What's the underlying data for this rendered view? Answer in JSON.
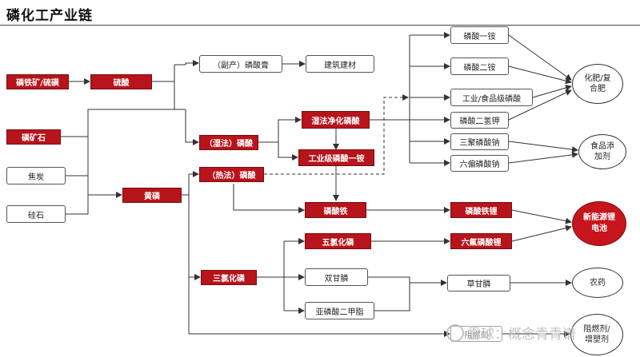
{
  "title": "磷化工产业链",
  "nodes": {
    "phos_iron_ore": "磷铁矿/硫磺",
    "sulfuric_acid": "硫酸",
    "phosphogypsum": "（副产）磷酸膏",
    "building_materials": "建筑建材",
    "phosphate_rock": "磷矿石",
    "coke": "焦炭",
    "silica": "硅石",
    "yellow_phosphorus": "黄磷",
    "wet_phosphoric": "（湿法）磷酸",
    "thermal_phosphoric": "（热法）磷酸",
    "wet_purified": "湿法净化磷酸",
    "industrial_map": "工业级磷酸一铵",
    "iron_phosphate": "磷酸铁",
    "lfp": "磷酸铁锂",
    "pcl3": "三氯化磷",
    "pcl5": "五氯化磷",
    "lipf6": "六氟磷酸锂",
    "glyphosate": "双甘膦",
    "dimethyl_phosphite": "亚磷酸二甲脂",
    "glyphosate_product": "草甘膦",
    "map": "磷酸一铵",
    "dap": "磷酸二铵",
    "food_grade": "工业/食品级磷酸",
    "mkp": "磷酸二氢钾",
    "stpp": "三聚磷酸钠",
    "shmp": "六偏磷酸钠",
    "last_box": "阻燃剂"
  },
  "ovals": {
    "fertilizer": "化肥/复合肥",
    "food_additive": "食品添加剂",
    "new_energy": "新能源锂电池",
    "pesticide": "农药",
    "flame_retardant": "阻燃剂/增塑剂"
  },
  "watermark": "雪球：概念青青谱"
}
